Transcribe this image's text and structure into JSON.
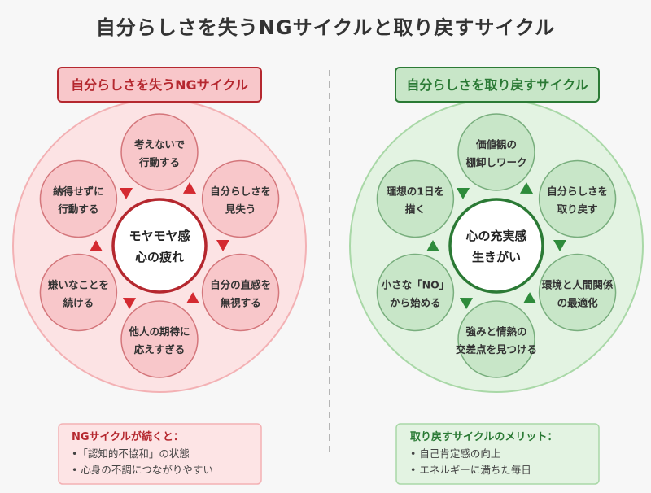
{
  "title": "自分らしさを失うNGサイクルと取り戻すサイクル",
  "ng": {
    "label": "自分らしさを失うNGサイクル",
    "center": [
      "モヤモヤ感",
      "心の疲れ"
    ],
    "nodes": [
      [
        "考えないで",
        "行動する"
      ],
      [
        "自分らしさを",
        "見失う"
      ],
      [
        "自分の直感を",
        "無視する"
      ],
      [
        "他人の期待に",
        "応えすぎる"
      ],
      [
        "嫌いなことを",
        "続ける"
      ],
      [
        "納得せずに",
        "行動する"
      ]
    ],
    "info": {
      "heading": "NGサイクルが続くと：",
      "items": [
        "•「認知的不協和」の状態",
        "• 心身の不調につながりやすい"
      ]
    }
  },
  "good": {
    "label": "自分らしさを取り戻すサイクル",
    "center": [
      "心の充実感",
      "生きがい"
    ],
    "nodes": [
      [
        "価値観の",
        "棚卸しワーク"
      ],
      [
        "自分らしさを",
        "取り戻す"
      ],
      [
        "環境と人間関係",
        "の最適化"
      ],
      [
        "強みと情熱の",
        "交差点を見つける"
      ],
      [
        "小さな「NO」",
        "から始める"
      ],
      [
        "理想の1日を",
        "描く"
      ]
    ],
    "info": {
      "heading": "取り戻すサイクルのメリット：",
      "items": [
        "• 自己肯定感の向上",
        "• エネルギーに満ちた毎日"
      ]
    }
  },
  "colors": {
    "ng_dark": "#b5282f",
    "ng_fill": "#f8c7ca",
    "ng_bg": "#fce3e4",
    "ng_arrow": "#d42a31",
    "good_dark": "#2b7a35",
    "good_fill": "#c8e6c8",
    "good_bg": "#e3f3e2",
    "good_arrow": "#2e8b3b"
  }
}
